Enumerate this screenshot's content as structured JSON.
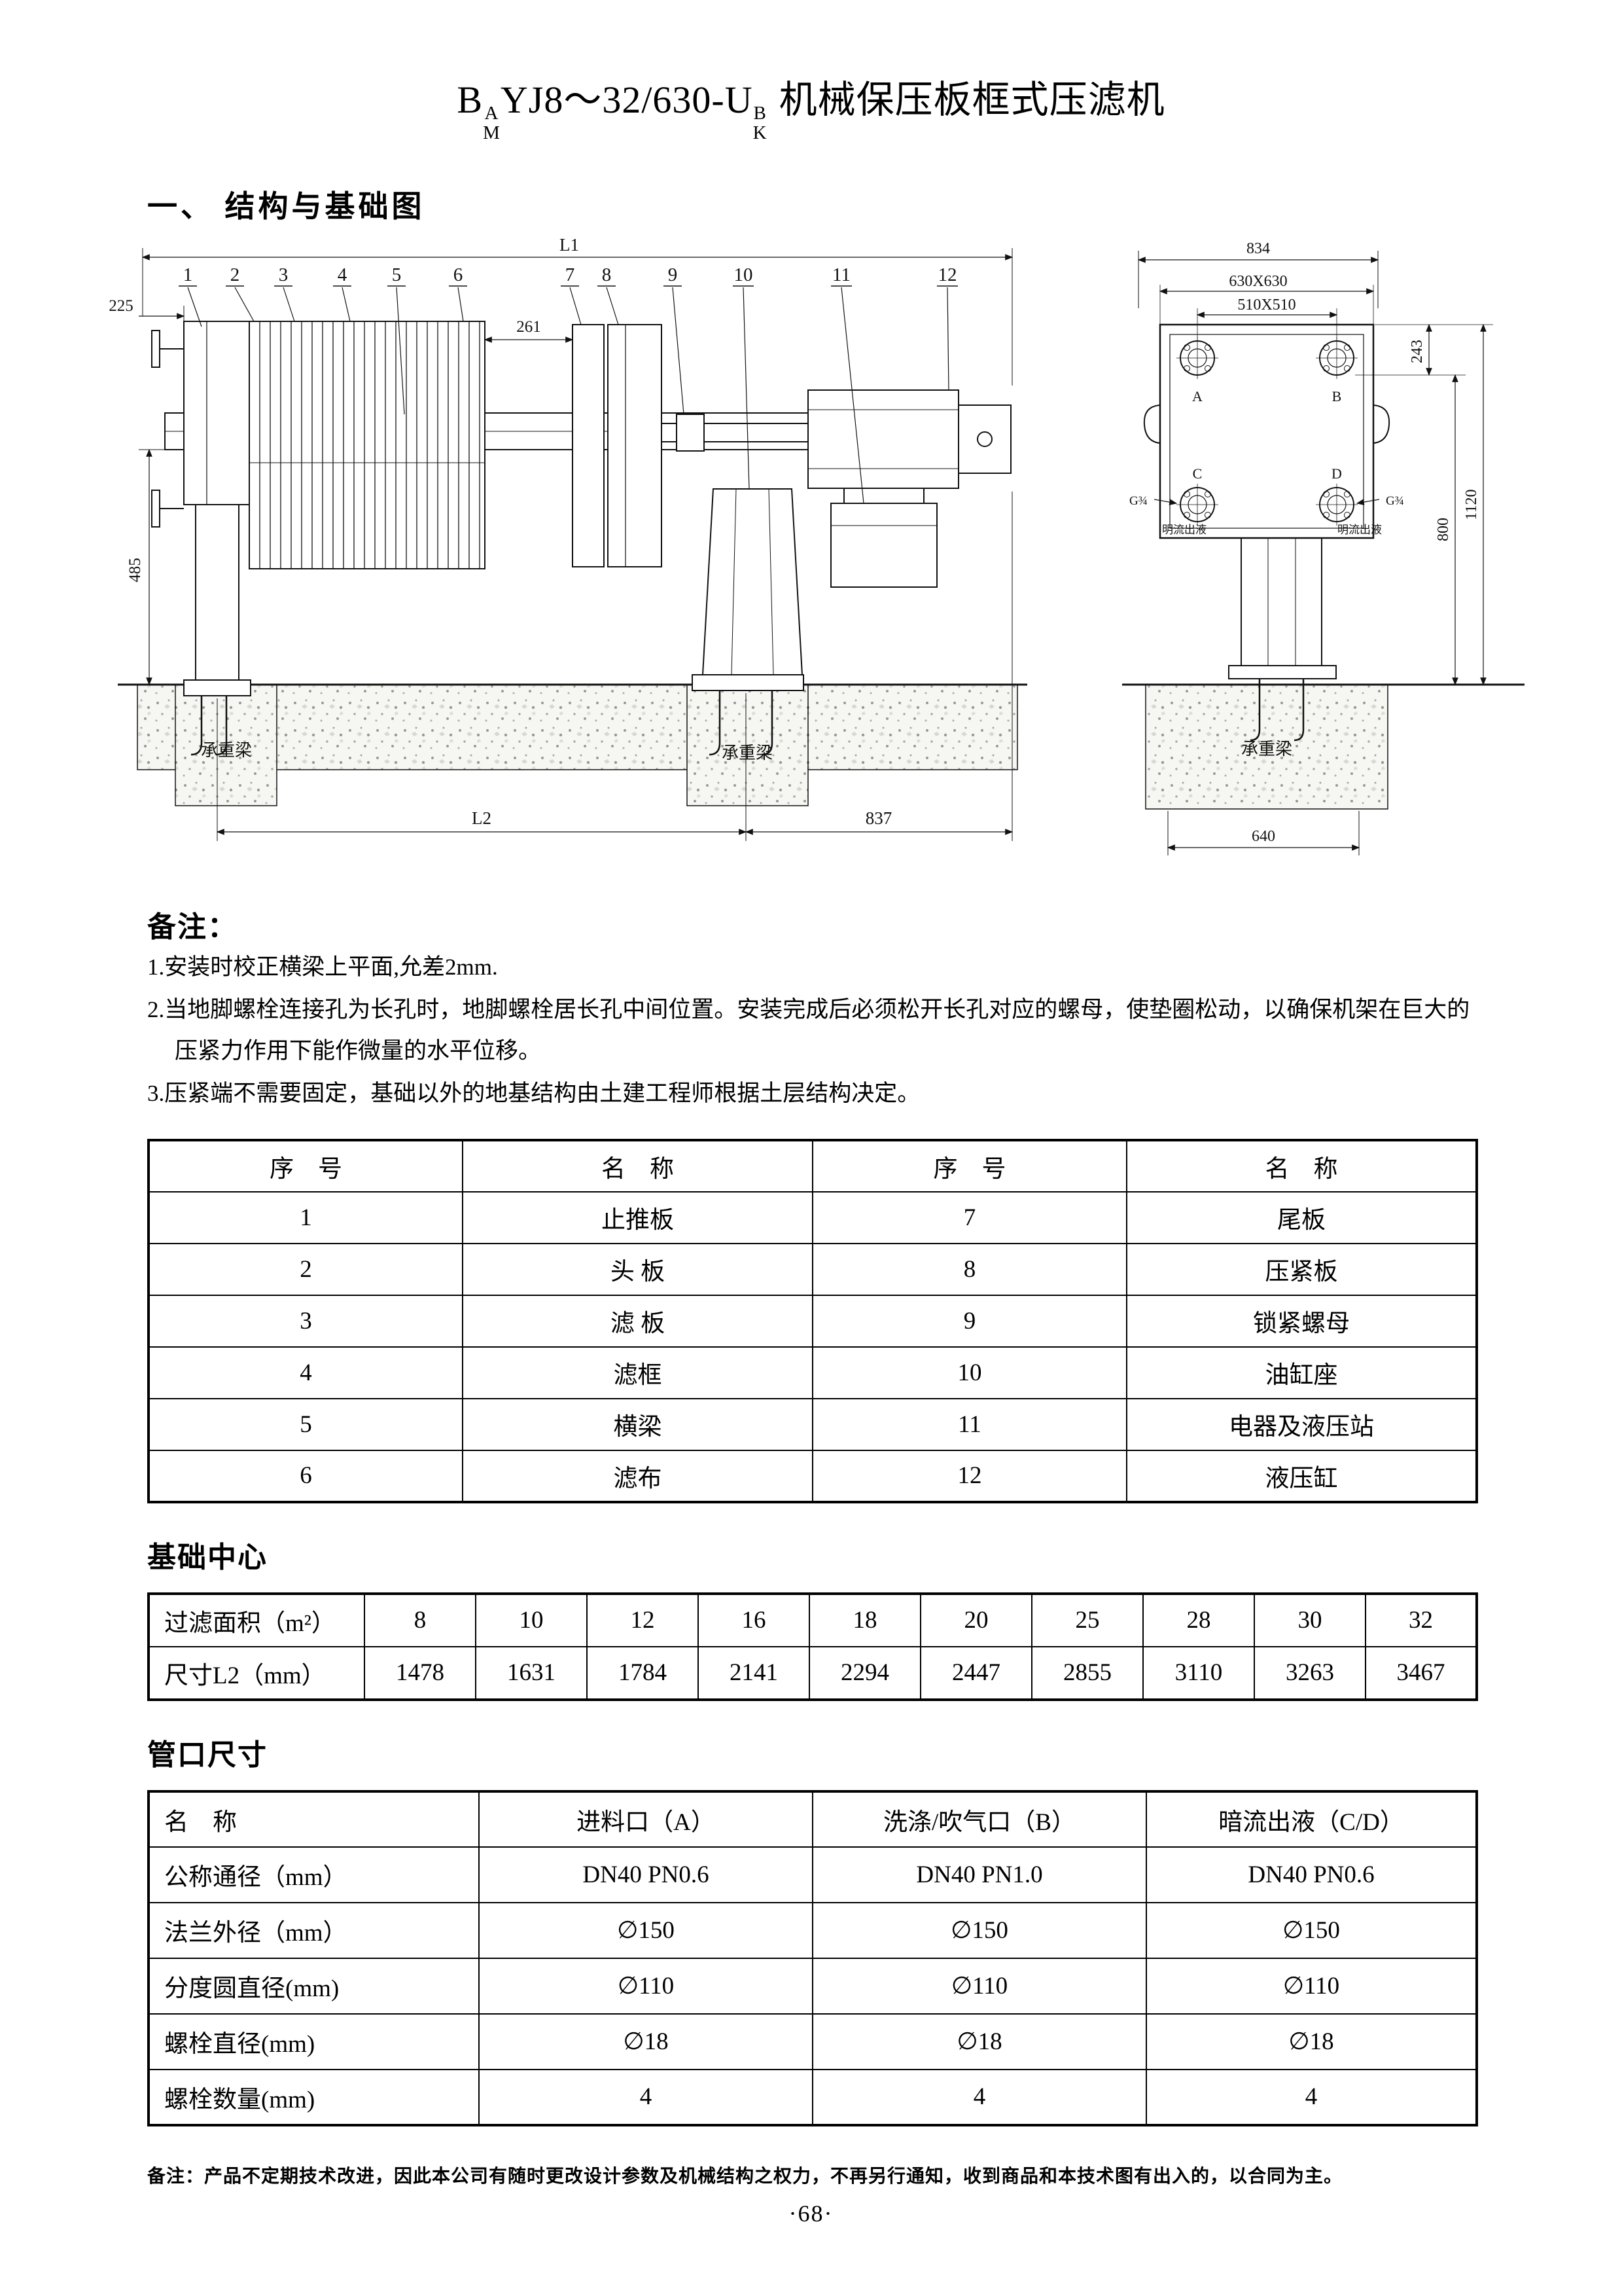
{
  "title": {
    "b": "B",
    "stack1_top": "A",
    "stack1_bot": "M",
    "mid": "YJ8～32/630-U",
    "stack2_top": "B",
    "stack2_bot": "K",
    "name": "机械保压板框式压滤机"
  },
  "section1_heading": "一、 结构与基础图",
  "drawing": {
    "side": {
      "l1": "L1",
      "d225": "225",
      "d261": "261",
      "d485": "485",
      "l2": "L2",
      "d837": "837",
      "callouts": [
        "1",
        "2",
        "3",
        "4",
        "5",
        "6",
        "7",
        "8",
        "9",
        "10",
        "11",
        "12"
      ],
      "beam_left": "承重梁",
      "beam_mid": "承重梁"
    },
    "end": {
      "d834": "834",
      "d630": "630X630",
      "d510": "510X510",
      "d243": "243",
      "d1120": "1120",
      "d800": "800",
      "d640": "640",
      "a": "A",
      "b": "B",
      "c": "C",
      "d": "D",
      "g_left": "G¾",
      "g_right": "G¾",
      "flow_left": "明流出液",
      "flow_right": "明流出液",
      "beam": "承重梁"
    }
  },
  "notes": {
    "heading": "备注：",
    "item1": "1.安装时校正横梁上平面,允差2mm.",
    "item2": "2.当地脚螺栓连接孔为长孔时，地脚螺栓居长孔中间位置。安装完成后必须松开长孔对应的螺母，使垫圈松动，以确保机架在巨大的压紧力作用下能作微量的水平位移。",
    "item3": "3.压紧端不需要固定，基础以外的地基结构由土建工程师根据土层结构决定。"
  },
  "parts_table": {
    "headers": [
      "序　号",
      "名　称",
      "序　号",
      "名　称"
    ],
    "rows": [
      [
        "1",
        "止推板",
        "7",
        "尾板"
      ],
      [
        "2",
        "头 板",
        "8",
        "压紧板"
      ],
      [
        "3",
        "滤 板",
        "9",
        "锁紧螺母"
      ],
      [
        "4",
        "滤框",
        "10",
        "油缸座"
      ],
      [
        "5",
        "横梁",
        "11",
        "电器及液压站"
      ],
      [
        "6",
        "滤布",
        "12",
        "液压缸"
      ]
    ]
  },
  "foundation": {
    "heading": "基础中心",
    "rows": [
      [
        "过滤面积（m²）",
        "8",
        "10",
        "12",
        "16",
        "18",
        "20",
        "25",
        "28",
        "30",
        "32"
      ],
      [
        "尺寸L2（mm）",
        "1478",
        "1631",
        "1784",
        "2141",
        "2294",
        "2447",
        "2855",
        "3110",
        "3263",
        "3467"
      ]
    ]
  },
  "pipe": {
    "heading": "管口尺寸",
    "headers": [
      "名　称",
      "进料口（A）",
      "洗涤/吹气口（B）",
      "暗流出液（C/D）"
    ],
    "rows": [
      [
        "公称通径（mm）",
        "DN40 PN0.6",
        "DN40 PN1.0",
        "DN40 PN0.6"
      ],
      [
        "法兰外径（mm）",
        "∅150",
        "∅150",
        "∅150"
      ],
      [
        "分度圆直径(mm)",
        "∅110",
        "∅110",
        "∅110"
      ],
      [
        "螺栓直径(mm)",
        "∅18",
        "∅18",
        "∅18"
      ],
      [
        "螺栓数量(mm)",
        "4",
        "4",
        "4"
      ]
    ]
  },
  "footer_note": "备注：产品不定期技术改进，因此本公司有随时更改设计参数及机械结构之权力，不再另行通知，收到商品和本技术图有出入的，以合同为主。",
  "page_number": "·68·"
}
